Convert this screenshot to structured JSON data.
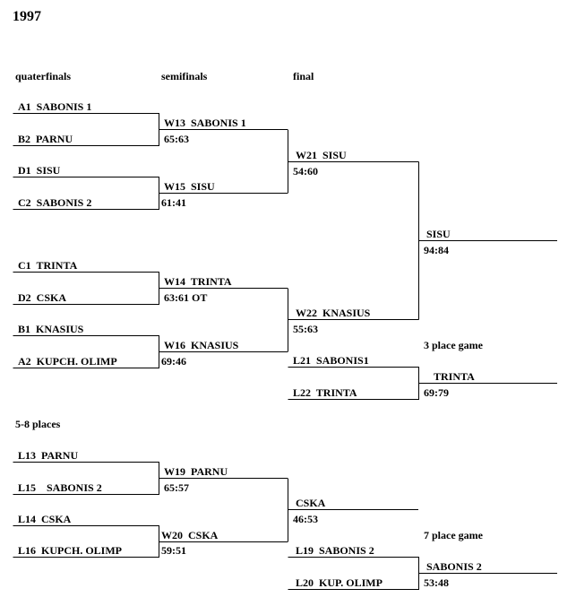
{
  "title": "1997",
  "headers": {
    "quarterfinals": "quaterfinals",
    "semifinals": "semifinals",
    "final": "final",
    "places_5_8": "5-8 places",
    "third_place": "3 place game",
    "seventh_place": "7 place game"
  },
  "quarterfinals": {
    "a1": "A1  SABONIS 1",
    "b2": "B2  PARNU",
    "d1": "D1  SISU",
    "c2": "C2  SABONIS 2",
    "c1": "C1  TRINTA",
    "d2": "D2  CSKA",
    "b1": "B1  KNASIUS",
    "a2": "A2  KUPCH. OLIMP"
  },
  "semifinals": {
    "w13": {
      "team": "W13  SABONIS 1",
      "score": "65:63"
    },
    "w15": {
      "team": "W15  SISU",
      "score": "61:41"
    },
    "w14": {
      "team": "W14  TRINTA",
      "score": "63:61 OT"
    },
    "w16": {
      "team": "W16  KNASIUS",
      "score": "69:46"
    }
  },
  "final": {
    "w21": {
      "team": "W21  SISU",
      "score": "54:60"
    },
    "w22": {
      "team": "W22  KNASIUS",
      "score": "55:63"
    },
    "champion": {
      "team": "SISU",
      "score": "94:84"
    }
  },
  "third_place": {
    "l21": "L21  SABONIS1",
    "l22": "L22  TRINTA",
    "winner": {
      "team": "TRINTA",
      "score": "69:79"
    }
  },
  "places_5_8": {
    "l13": "L13  PARNU",
    "l15": "L15    SABONIS 2",
    "l14": "L14  CSKA",
    "l16": "L16  KUPCH. OLIMP",
    "w19": {
      "team": "W19  PARNU",
      "score": "65:57"
    },
    "w20": {
      "team": "W20  CSKA",
      "score": "59:51"
    },
    "fifth": {
      "team": "CSKA",
      "score": "46:53"
    }
  },
  "seventh_place": {
    "l19": "L19  SABONIS 2",
    "l20": "L20  KUP. OLIMP",
    "winner": {
      "team": "SABONIS 2",
      "score": "53:48"
    }
  }
}
